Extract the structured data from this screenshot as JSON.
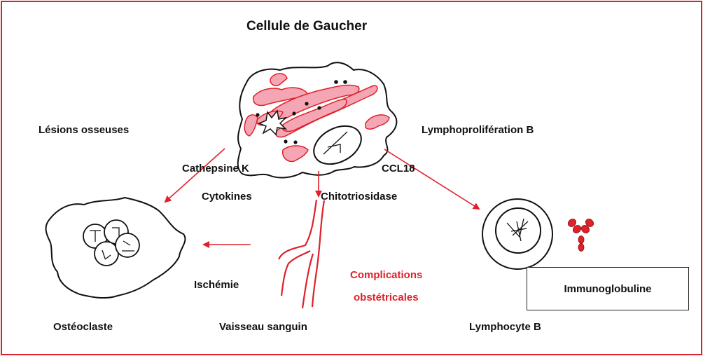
{
  "diagram": {
    "title": "Cellule de Gaucher",
    "labels": {
      "bone_lesions": "Lésions osseuses",
      "b_lymphoproliferation": "Lymphoprolifération B",
      "cathepsin_k": "Cathepsine K",
      "ccl18": "CCL18",
      "cytokines": "Cytokines",
      "chitotriosidase": "Chitotriosidase",
      "ischemia": "Ischémie",
      "complications_line1": "Complications",
      "complications_line2": "obstétricales",
      "osteoclast": "Ostéoclaste",
      "blood_vessel": "Vaisseau sanguin",
      "b_lymphocyte": "Lymphocyte B",
      "immunoglobulin": "Immunoglobuline"
    },
    "colors": {
      "frame": "#e0202a",
      "arrow": "#e0202a",
      "vessel": "#e0202a",
      "lysosome_fill": "#f4a6b4",
      "lysosome_stroke": "#e0202a",
      "antibody": "#e0202a",
      "complications_text": "#e0202a",
      "outline": "#111111"
    }
  }
}
